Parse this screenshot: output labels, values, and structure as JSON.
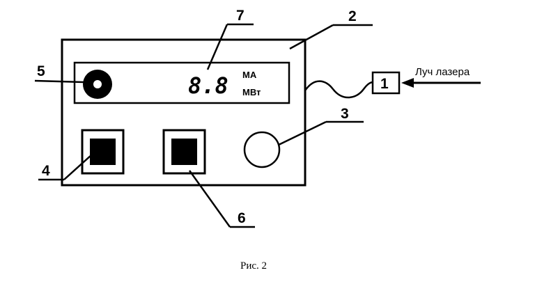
{
  "callouts": {
    "n1": "1",
    "n2": "2",
    "n3": "3",
    "n4": "4",
    "n5": "5",
    "n6": "6",
    "n7": "7"
  },
  "display": {
    "digits": "8.8",
    "unit_current": "МА",
    "unit_power": "МВт"
  },
  "beam_label": "Луч лазера",
  "caption": "Рис. 2"
}
